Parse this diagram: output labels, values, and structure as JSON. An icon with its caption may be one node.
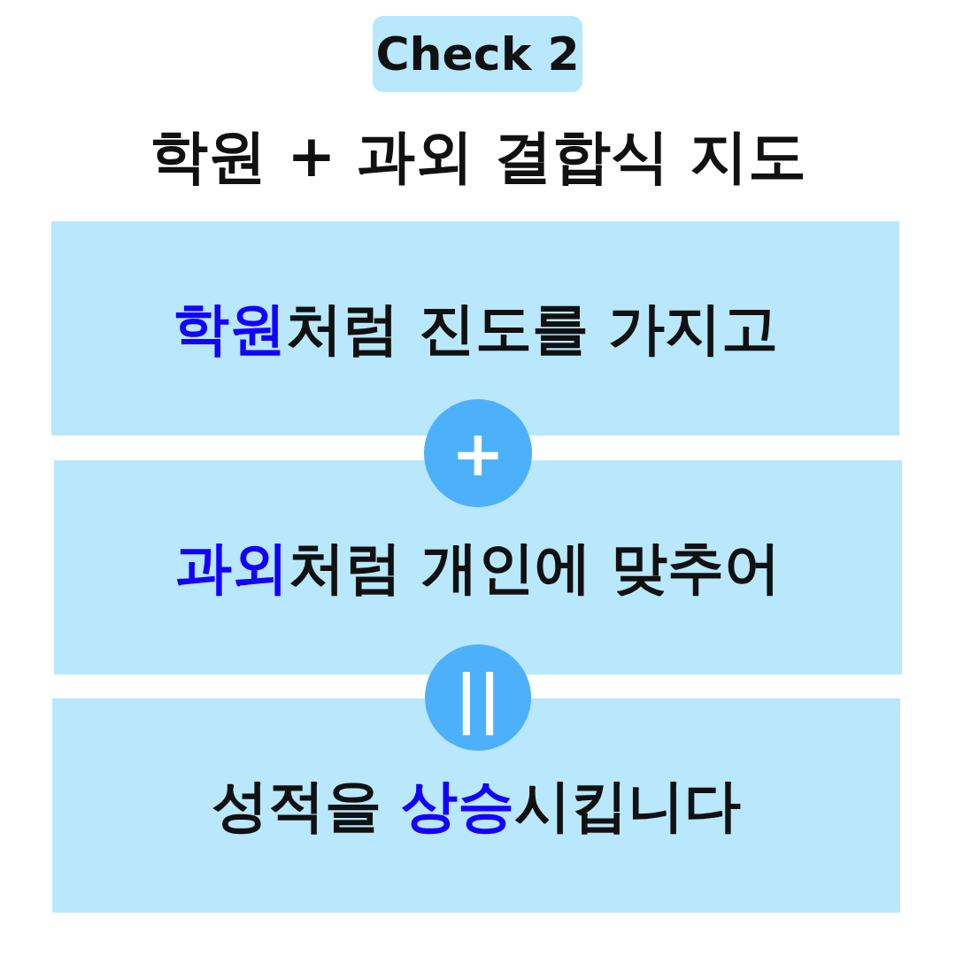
{
  "diagram": {
    "title": "학원 + 과외 결합식 지도",
    "nodes": [
      {
        "text": [
          "Check 2"
        ]
      },
      {
        "text": [
          "**학원**처럼 진도를 가지고"
        ]
      },
      {
        "text": [
          "+"
        ]
      },
      {
        "text": [
          "**과외**처럼 개인에 맞추어"
        ]
      },
      {
        "text": [
          "||"
        ]
      },
      {
        "text": [
          "성적을 **상승**시킵니다"
        ]
      }
    ]
  }
}
